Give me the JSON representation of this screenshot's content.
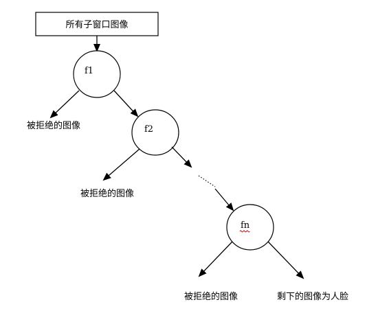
{
  "start_box": {
    "label": "所有子窗口图像"
  },
  "nodes": {
    "f1": "f1",
    "f2": "f2",
    "fn": "fn"
  },
  "rejected_label": "被拒绝的图像",
  "final_label": "剩下的图像为人脸",
  "colors": {
    "line": "#000000",
    "spellcheck_underline": "#c00000"
  }
}
